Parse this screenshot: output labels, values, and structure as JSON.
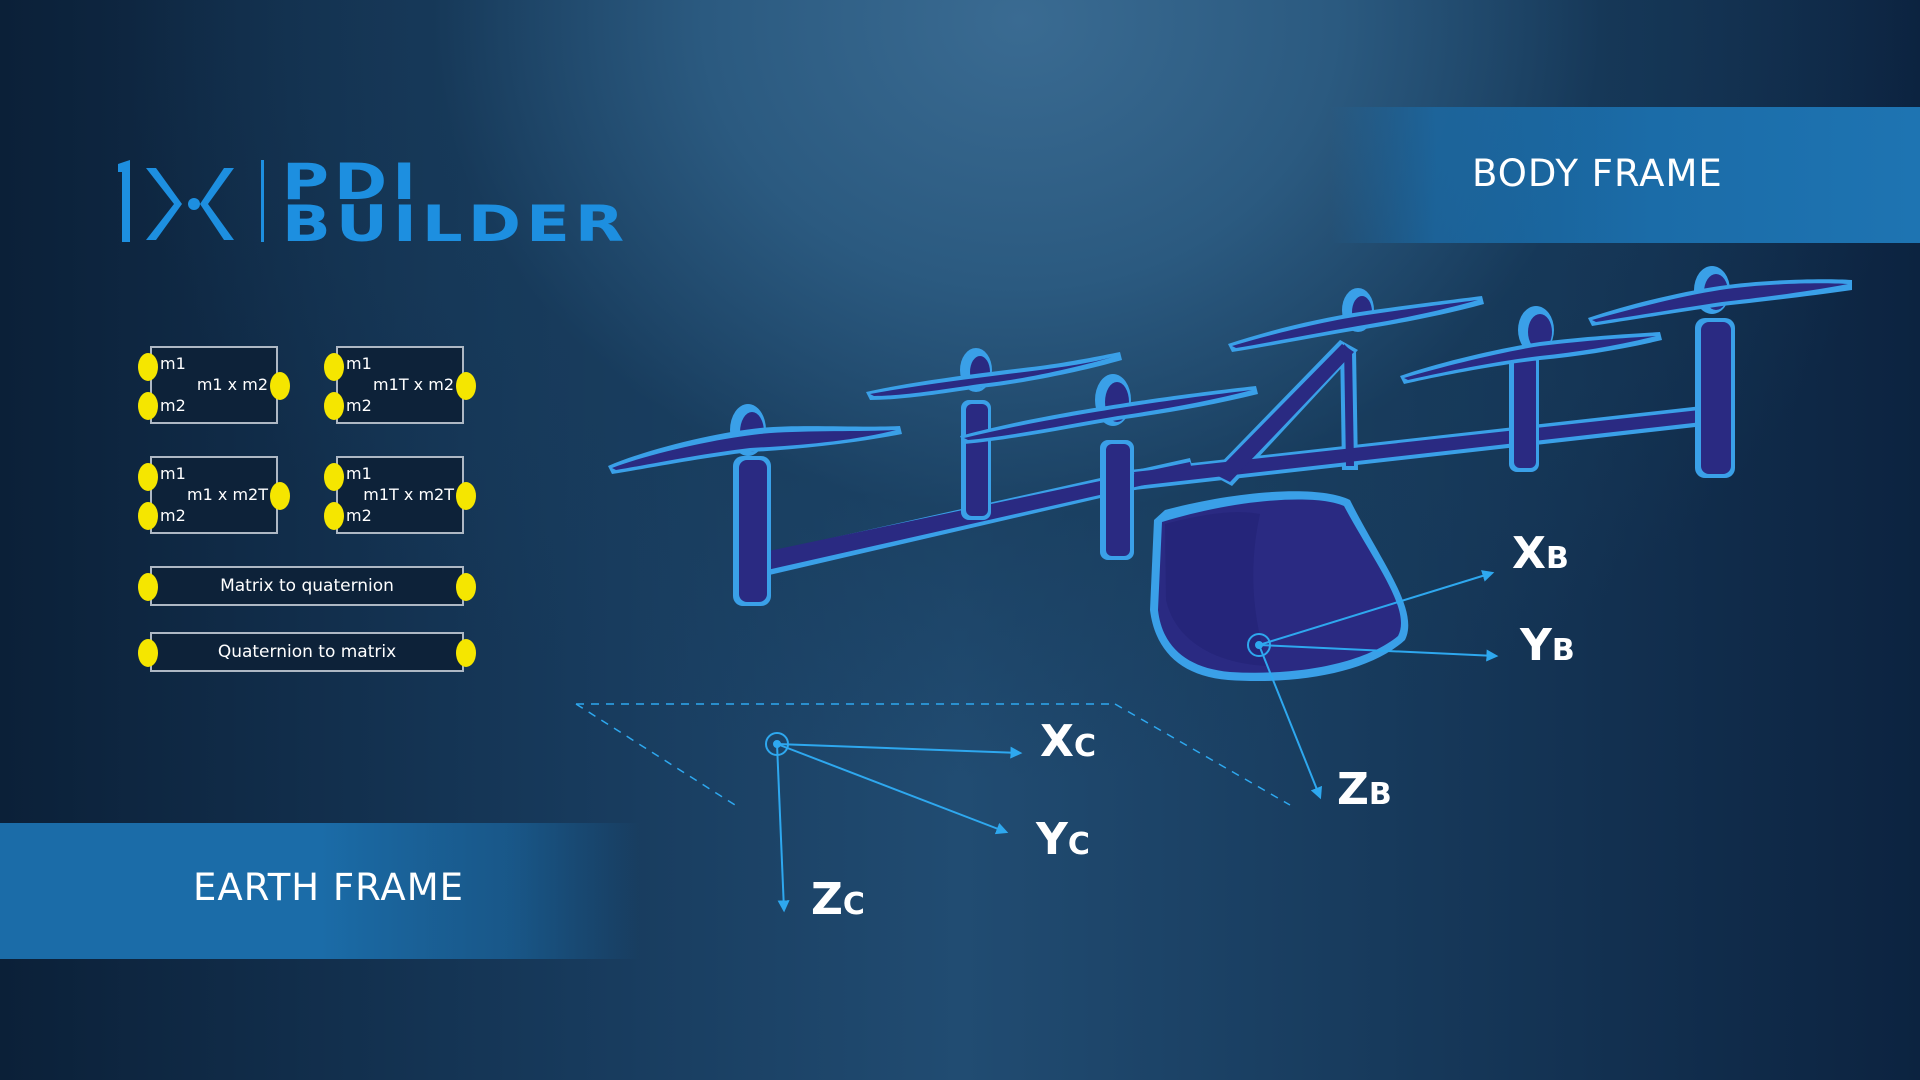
{
  "logo": {
    "line1": "PDI",
    "line2": "BUILDER"
  },
  "frames": {
    "body": "BODY FRAME",
    "earth": "EARTH FRAME"
  },
  "blocks": [
    {
      "in1": "m1",
      "in2": "m2",
      "op": "m1 x m2"
    },
    {
      "in1": "m1",
      "in2": "m2",
      "op": "m1T x m2"
    },
    {
      "in1": "m1",
      "in2": "m2",
      "op": "m1 x m2T"
    },
    {
      "in1": "m1",
      "in2": "m2",
      "op": "m1T x m2T"
    }
  ],
  "wide_blocks": [
    {
      "label": "Matrix to quaternion"
    },
    {
      "label": "Quaternion to matrix"
    }
  ],
  "axes": {
    "body": {
      "x": {
        "main": "X",
        "sub": "B"
      },
      "y": {
        "main": "Y",
        "sub": "B"
      },
      "z": {
        "main": "Z",
        "sub": "B"
      }
    },
    "earth": {
      "x": {
        "main": "X",
        "sub": "C"
      },
      "y": {
        "main": "Y",
        "sub": "C"
      },
      "z": {
        "main": "Z",
        "sub": "C"
      }
    }
  },
  "colors": {
    "accent": "#1d8fe0",
    "port": "#f5e600",
    "axis": "#2ea8ef",
    "drone_body": "#2a2a82",
    "drone_edge": "#3aa0e8"
  }
}
